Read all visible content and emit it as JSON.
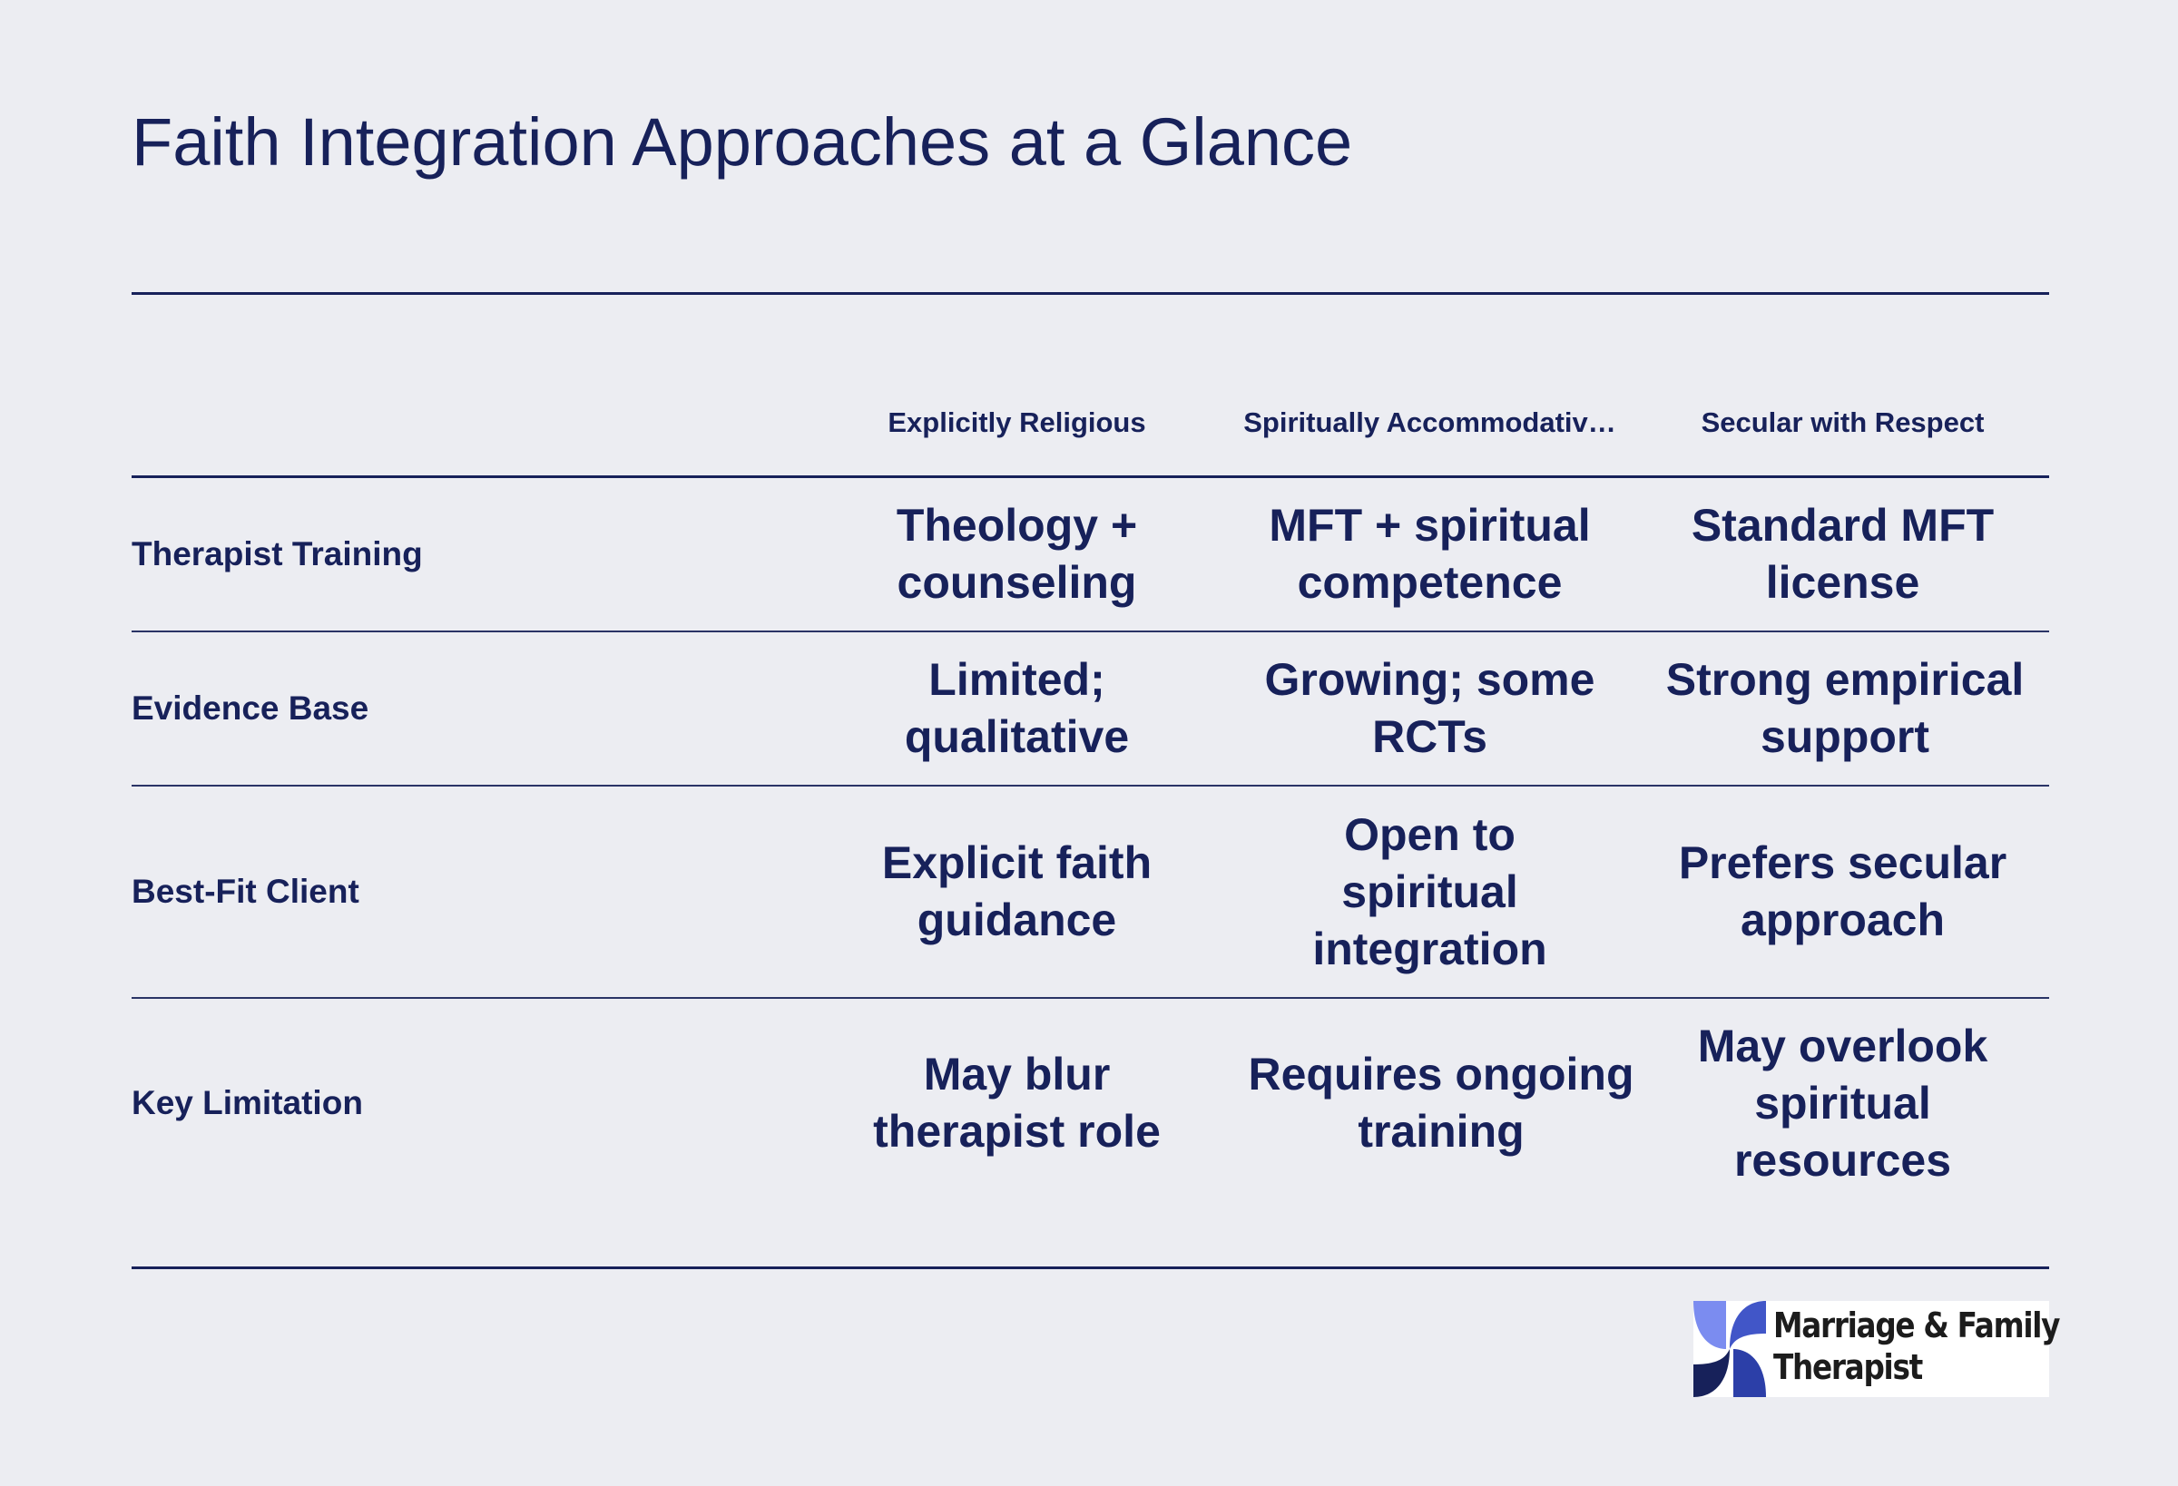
{
  "chart_data": {
    "type": "table",
    "title": "Faith Integration Approaches at a Glance",
    "columns": [
      "",
      "Explicitly Religious",
      "Spiritually Accommodativ…",
      "Secular with Respect"
    ],
    "rows": [
      {
        "label": "Therapist Training",
        "cells": [
          "Theology + counseling",
          "MFT + spiritual competence",
          "Standard MFT license"
        ]
      },
      {
        "label": "Evidence Base",
        "cells": [
          "Limited; qualitative",
          "Growing; some RCTs",
          "Strong empirical support"
        ]
      },
      {
        "label": "Best-Fit Client",
        "cells": [
          "Explicit faith guidance",
          "Open to spiritual integration",
          "Prefers secular approach"
        ]
      },
      {
        "label": "Key Limitation",
        "cells": [
          "May blur therapist role",
          "Requires ongoing training",
          "May overlook spiritual resources"
        ]
      }
    ]
  },
  "logo": {
    "line1": "Marriage & Family",
    "line2": "Therapist",
    "colors": [
      "#7b8cf0",
      "#4156c8",
      "#17215a",
      "#2c3fa8"
    ]
  }
}
